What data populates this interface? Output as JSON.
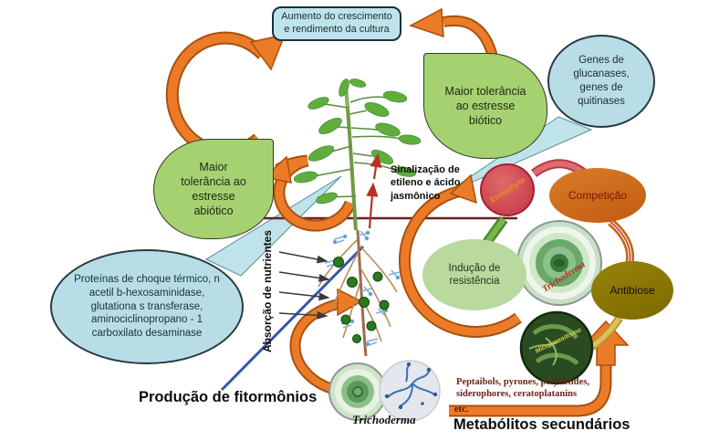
{
  "callouts": {
    "growth": "Aumento do crescimento e rendimento da cultura",
    "genes": "Genes de glucanases, genes de quitinases",
    "biotic": "Maior tolerância ao estresse biótico",
    "abiotic": "Maior tolerância ao estresse abiótico",
    "proteins": "Proteínas de choque térmico, n acetil b-hexosaminidase, glutationa s transferase, aminociclinopropano - 1 carboxilato desaminase",
    "resistance": "Indução de resistência"
  },
  "labels": {
    "signaling": "Sinalização de etileno e ácido jasmônico",
    "absorption": "Absorção de nutrientes",
    "phytohormones": "Produção de fitormônios",
    "metabolite_list": "Peptaibols, pyrones, polyketides, siderophores, ceratoplatanins",
    "etc": "etc.",
    "secondary_metabolites": "Metabólitos secundários",
    "trichoderma_caption": "Trichoderma"
  },
  "cycle": {
    "endophyte": "Endophyte",
    "competition": "Competição",
    "antibiosis": "Antibiose",
    "trichoderma_dish": "Trichoderma",
    "mycoparasitism": "Micoparasitismo"
  },
  "colors": {
    "arrow_orange": "#ec7b28",
    "arrow_outline": "#a8500f",
    "callout_blue": "#b9dde6",
    "bubble_green": "#a6d171",
    "resistance_green": "#b9d99e",
    "endophyte_red": "#d05050",
    "competition_orange": "#cd6a1a",
    "antibiosis_olive": "#8a7500",
    "soil_line": "#6b1f1f",
    "pointer_blue": "#3a56a5"
  }
}
